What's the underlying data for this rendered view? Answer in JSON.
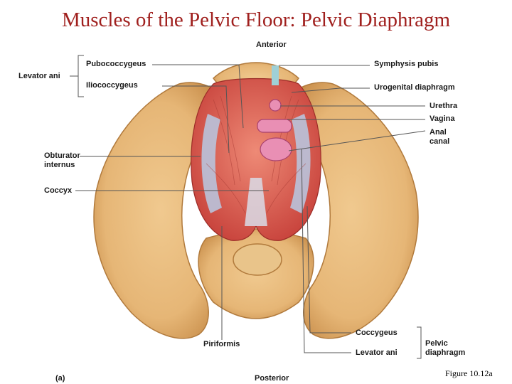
{
  "title": "Muscles of the Pelvic Floor: Pelvic Diaphragm",
  "orientation": {
    "top": "Anterior",
    "bottom": "Posterior"
  },
  "panel_label": "(a)",
  "figure_number": "Figure 10.12a",
  "labels": {
    "levator_ani": "Levator ani",
    "pubococcygeus": "Pubococcygeus",
    "iliococcygeus": "Iliococcygeus",
    "obturator_internus_1": "Obturator",
    "obturator_internus_2": "internus",
    "coccyx": "Coccyx",
    "piriformis": "Piriformis",
    "symphysis_pubis": "Symphysis pubis",
    "urogenital_diaphragm": "Urogenital diaphragm",
    "urethra": "Urethra",
    "vagina": "Vagina",
    "anal_canal_1": "Anal",
    "anal_canal_2": "canal",
    "coccygeus": "Coccygeus",
    "levator_ani_bottom": "Levator ani",
    "pelvic_diaphragm_1": "Pelvic",
    "pelvic_diaphragm_2": "diaphragm"
  },
  "colors": {
    "title": "#a0201e",
    "bone": "#e8b878",
    "bone_shadow": "#c98f4c",
    "muscle": "#d9534a",
    "muscle_light": "#ec8a78",
    "fascia": "#b9c3dc",
    "orifice": "#e98fb4",
    "leader_line": "#555555"
  }
}
